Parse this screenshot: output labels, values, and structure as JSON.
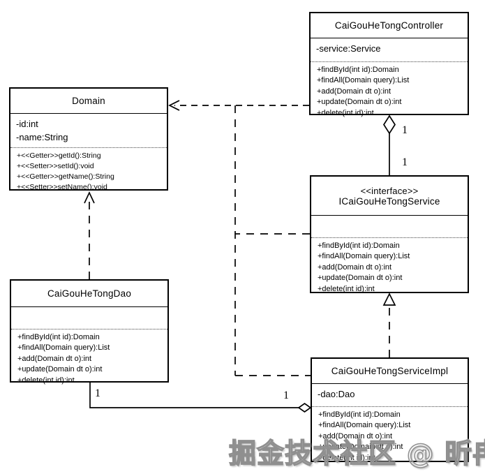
{
  "classes": {
    "controller": {
      "name": "CaiGouHeTongController",
      "attributes": [
        "-service:Service"
      ],
      "methods": [
        "+findById(int id):Domain",
        "+findAll(Domain query):List",
        "+add(Domain dt o):int",
        "+update(Domain dt o):int",
        "+delete(int id):int"
      ]
    },
    "domain": {
      "name": "Domain",
      "attributes": [
        "-id:int",
        "-name:String"
      ],
      "methods": [
        "+<<Getter>>getId():String",
        "+<<Setter>>setId():void",
        "+<<Getter>>getName():String",
        "+<<Setter>>setName():void"
      ]
    },
    "service_interface": {
      "stereotype": "<<interface>>",
      "name": "ICaiGouHeTongService",
      "attributes": [],
      "methods": [
        "+findById(int id):Domain",
        "+findAll(Domain query):List",
        "+add(Domain dt o):int",
        "+update(Domain dt o):int",
        "+delete(int id):int"
      ]
    },
    "dao": {
      "name": "CaiGouHeTongDao",
      "attributes": [],
      "methods": [
        "+findById(int id):Domain",
        "+findAll(Domain query):List",
        "+add(Domain dt o):int",
        "+update(Domain dt o):int",
        "+delete(int id):int"
      ]
    },
    "service_impl": {
      "name": "CaiGouHeTongServiceImpl",
      "attributes": [
        "-dao:Dao"
      ],
      "methods": [
        "+findById(int id):Domain",
        "+findAll(Domain query):List",
        "+add(Domain dt o):int",
        "+update(Domain dt o):int",
        "+delete(int id):int"
      ]
    }
  },
  "multiplicities": {
    "controller_near": "1",
    "interface_near": "1",
    "dao_near": "1",
    "impl_near": "1"
  },
  "watermark": "掘金技术社区 @ 昕冉",
  "colors": {
    "line": "#000000",
    "background": "#ffffff",
    "watermark_stroke": "#8f8f8f"
  }
}
